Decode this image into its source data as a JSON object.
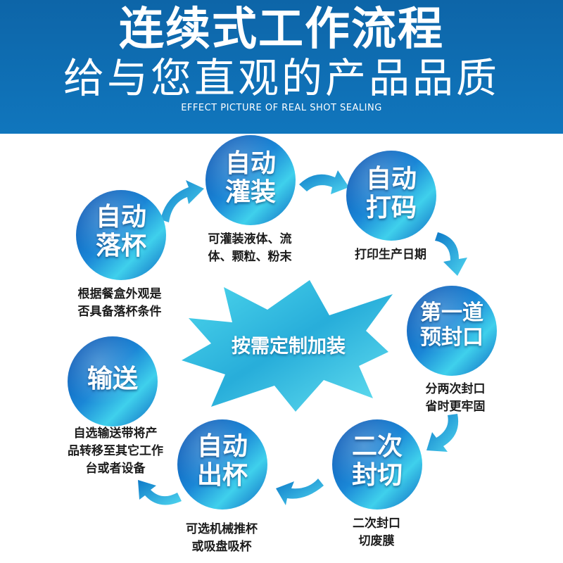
{
  "header": {
    "title_line1": "连续式工作流程",
    "title_line2": "给与您直观的产品品质",
    "subtitle": "EFFECT PICTURE OF REAL SHOT SEALING"
  },
  "center": {
    "label": "按需定制加装"
  },
  "steps": [
    {
      "id": "luobei",
      "line1": "自动",
      "line2": "落杯",
      "desc1": "根据餐盒外观是",
      "desc2": "否具备落杯条件"
    },
    {
      "id": "guanzhuang",
      "line1": "自动",
      "line2": "灌装",
      "desc1": "可灌装液体、流",
      "desc2": "体、颗粒、粉末"
    },
    {
      "id": "dama",
      "line1": "自动",
      "line2": "打码",
      "desc1": "打印生产日期",
      "desc2": ""
    },
    {
      "id": "yufeng",
      "line1": "第一道",
      "line2": "预封口",
      "desc1": "分两次封口",
      "desc2": "省时更牢固"
    },
    {
      "id": "fengqie",
      "line1": "二次",
      "line2": "封切",
      "desc1": "二次封口",
      "desc2": "切废膜"
    },
    {
      "id": "chubei",
      "line1": "自动",
      "line2": "出杯",
      "desc1": "可选机械推杯",
      "desc2": "或吸盘吸杯"
    },
    {
      "id": "shusong",
      "line1": "输送",
      "line2": "",
      "desc1": "自选输送带将产",
      "desc2": "品转移至其它工作",
      "desc3": "台或者设备"
    }
  ],
  "colors": {
    "header_bg": "#0f6cb0",
    "circle_dark": "#0a5fb5",
    "circle_light": "#35c8e8",
    "arrow": "#19a6de"
  }
}
